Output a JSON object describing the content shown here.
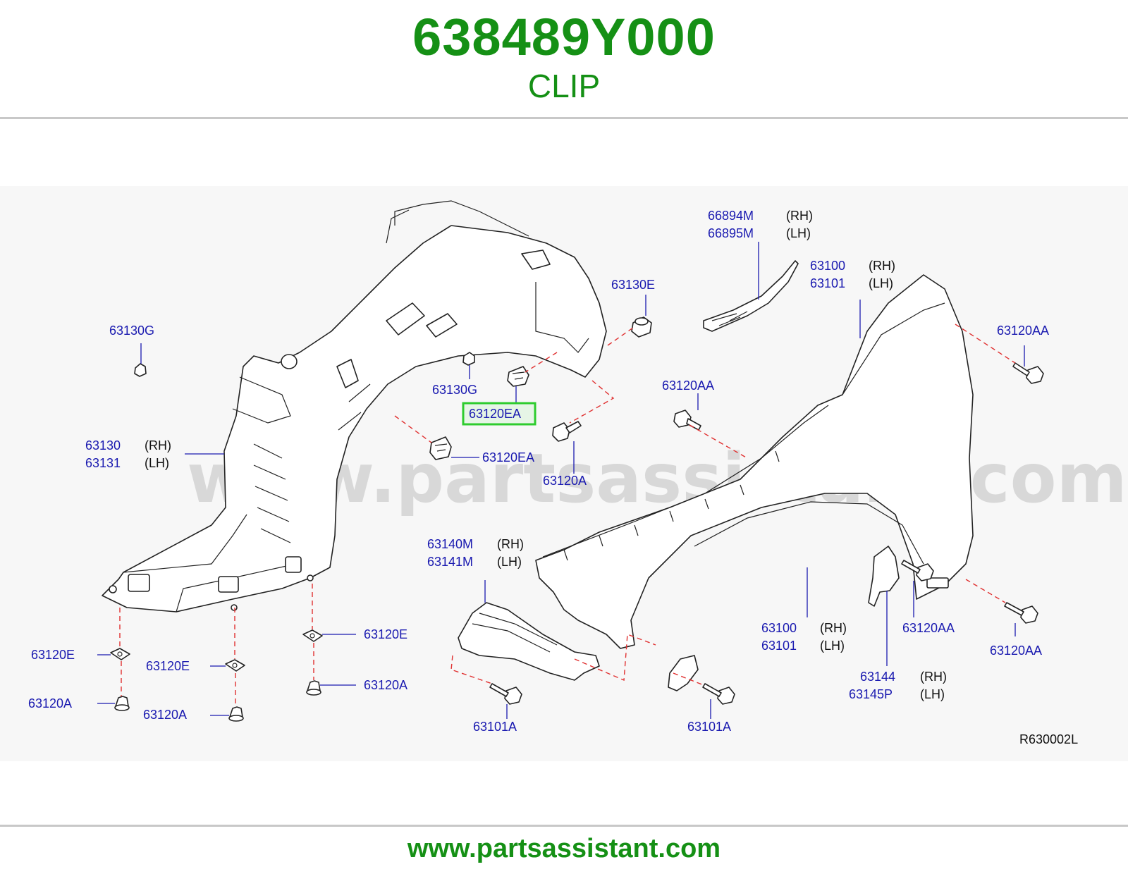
{
  "header": {
    "part_number": "638489Y000",
    "part_name": "CLIP"
  },
  "footer": {
    "url": "www.partsassistant.com"
  },
  "diagram": {
    "watermark": "www.partsassistant.com",
    "reference_code": "R630002L",
    "highlight_label": "63120EA",
    "colors": {
      "title_green": "#159015",
      "label_blue": "#1a1ab0",
      "highlight_border": "#2ecc2e",
      "highlight_fill": "#e6f5e6",
      "dash_red": "#e03030"
    },
    "labels": {
      "l_66894M": "66894M",
      "s_66894M": "(RH)",
      "l_66895M": "66895M",
      "s_66895M": "(LH)",
      "l_63100_top": "63100",
      "s_63100_top": "(RH)",
      "l_63101_top": "63101",
      "s_63101_top": "(LH)",
      "l_63130E": "63130E",
      "l_63120AA_1": "63120AA",
      "l_63130G_1": "63130G",
      "l_63130G_2": "63130G",
      "l_63120AA_2": "63120AA",
      "l_63120EA_1": "63120EA",
      "l_63130": "63130",
      "s_63130": "(RH)",
      "l_63131": "63131",
      "s_63131": "(LH)",
      "l_63120EA_2": "63120EA",
      "l_63120A_1": "63120A",
      "l_63140M": "63140M",
      "s_63140M": "(RH)",
      "l_63141M": "63141M",
      "s_63141M": "(LH)",
      "l_63120AA_3": "63120AA",
      "l_63100_bot": "63100",
      "s_63100_bot": "(RH)",
      "l_63101_bot": "63101",
      "s_63101_bot": "(LH)",
      "l_63120E_1": "63120E",
      "l_63120E_2": "63120E",
      "l_63120E_3": "63120E",
      "l_63120AA_4": "63120AA",
      "l_63120A_2": "63120A",
      "l_63144": "63144",
      "s_63144": "(RH)",
      "l_63145P": "63145P",
      "s_63145P": "(LH)",
      "l_63120A_3": "63120A",
      "l_63120A_4": "63120A",
      "l_63101A_1": "63101A",
      "l_63101A_2": "63101A"
    }
  }
}
